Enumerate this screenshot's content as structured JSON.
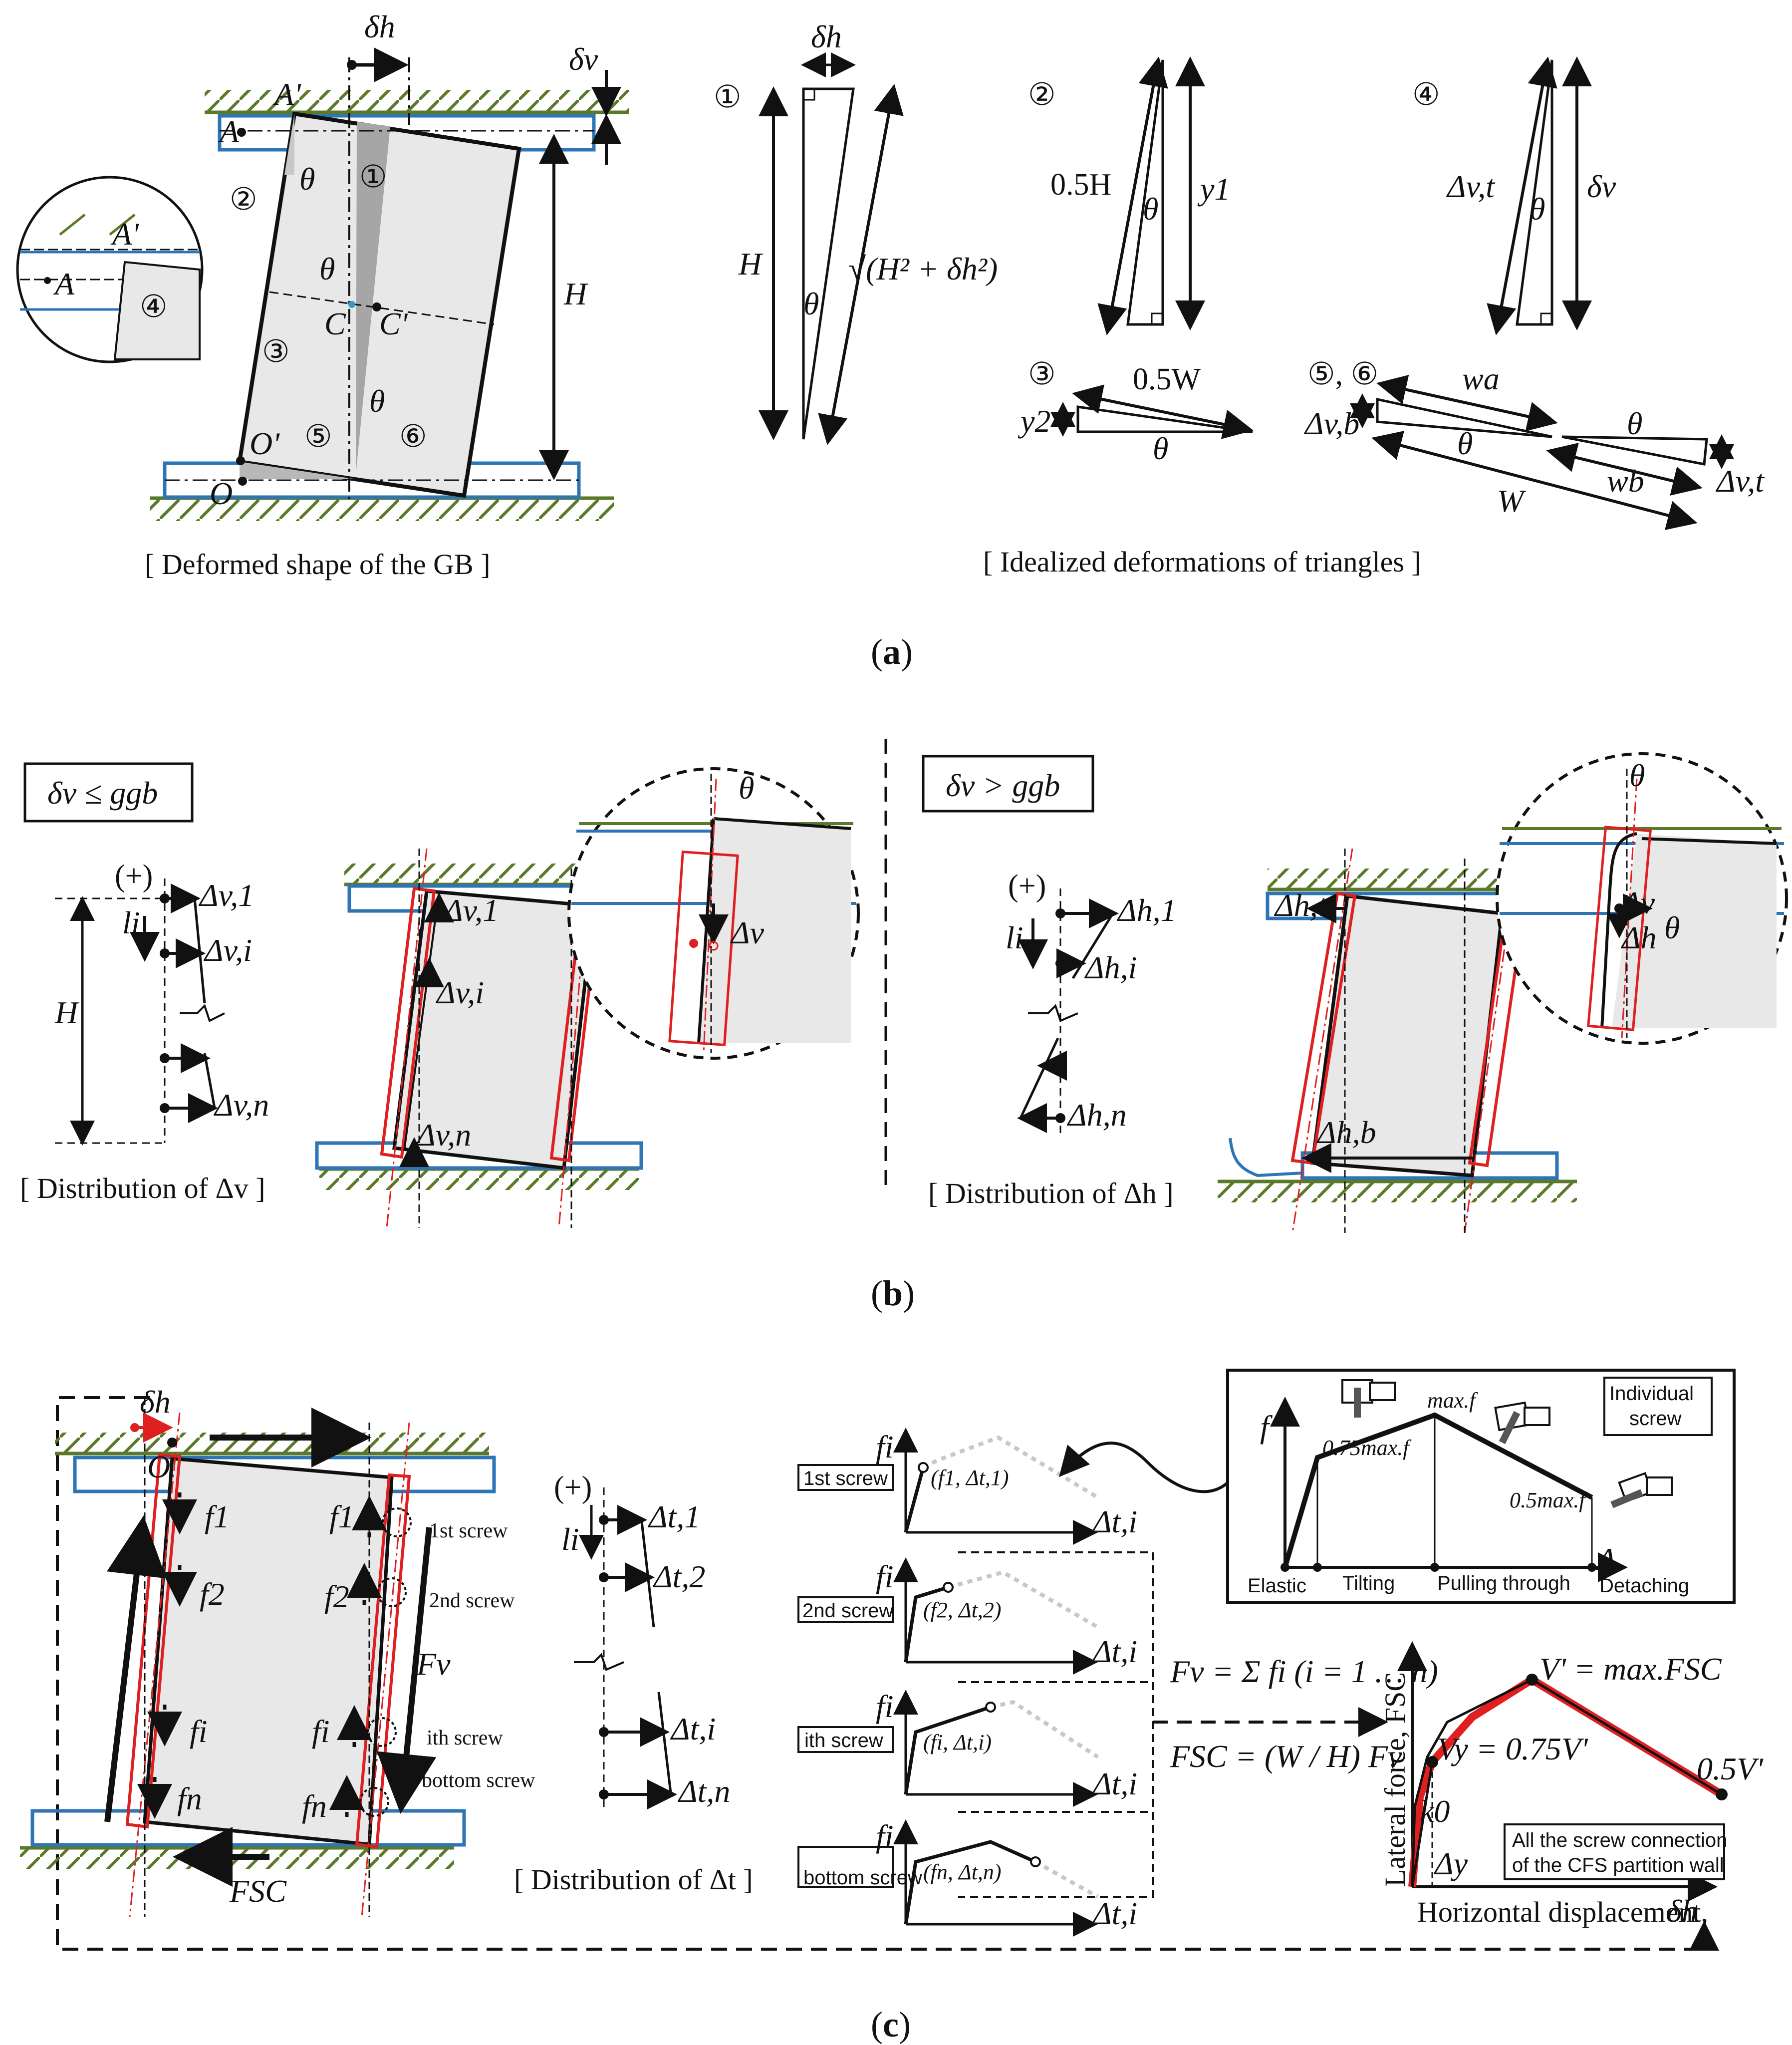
{
  "panels": {
    "a": {
      "label_open": "(",
      "label_letter": "a",
      "label_close": ")",
      "caption_left": "[ Deformed shape of the GB ]",
      "caption_right": "[ Idealized deformations of triangles ]",
      "symbols": {
        "delta_h": "δh",
        "delta_v": "δv",
        "A_prime": "A'",
        "A": "A",
        "H": "H",
        "C": "C",
        "C_prime": "C'",
        "O": "O",
        "O_prime": "O'",
        "theta": "θ",
        "n1": "①",
        "n2": "②",
        "n3": "③",
        "n4": "④",
        "n5": "⑤",
        "n6": "⑥",
        "n56": "⑤, ⑥",
        "half_H": "0.5H",
        "y1": "y1",
        "y2": "y2",
        "half_W": "0.5W",
        "hyp": "√(H² + δh²)",
        "dvt": "Δv,t",
        "dvb": "Δv,b",
        "wa": "wa",
        "wb": "wb",
        "W": "W"
      }
    },
    "b": {
      "label_open": "(",
      "label_letter": "b",
      "label_close": ")",
      "box_left": "δv ≤ ggb",
      "box_right": "δv > ggb",
      "caption_left": "[ Distribution of Δv ]",
      "caption_right": "[ Distribution of Δh ]",
      "symbols": {
        "plus": "(+)",
        "li": "li",
        "H": "H",
        "dv1": "Δv,1",
        "dvi": "Δv,i",
        "dvn": "Δv,n",
        "dv": "Δv",
        "dh1": "Δh,1",
        "dhi": "Δh,i",
        "dhn": "Δh,n",
        "dht": "Δh,t",
        "dhb": "Δh,b",
        "dh": "Δh",
        "theta": "θ"
      }
    },
    "c": {
      "label_open": "(",
      "label_letter": "c",
      "label_close": ")",
      "caption": "[ Distribution of Δt ]",
      "symbols": {
        "delta_h": "δh",
        "O": "O",
        "f1": "f1",
        "f2": "f2",
        "fi": "fi",
        "fn": "fn",
        "Fv": "Fv",
        "FSC": "FSC",
        "plus": "(+)",
        "li": "li",
        "dt1": "Δt,1",
        "dt2": "Δt,2",
        "dti": "Δt,i",
        "dtn": "Δt,n",
        "fi_axis": "fi",
        "dti_axis": "Δt,i"
      },
      "screw_labels": [
        "1st screw",
        "2nd screw",
        "ith screw",
        "bottom screw"
      ],
      "screw_tags": [
        "1st screw",
        "2nd screw",
        "ith screw",
        "bottom screw"
      ],
      "points": [
        "(f1, Δt,1)",
        "(f2, Δt,2)",
        "(fi, Δt,i)",
        "(fn, Δt,n)"
      ],
      "individual": {
        "title_l1": "Individual",
        "title_l2": "screw",
        "f": "f",
        "delta": "Δ",
        "max_f": "max.f",
        "p75": "0.75max.f",
        "p50": "0.5max.f",
        "stages": [
          "Elastic",
          "Tilting",
          "Pulling through",
          "Detaching"
        ]
      },
      "equations": {
        "fv": "Fv = Σ fi  (i = 1 … n)",
        "fsc": "FSC = (W / H) Fv"
      },
      "curve": {
        "ylabel": "Lateral force, FSC",
        "xlabel": "Horizontal displacement,",
        "xsym": "δh",
        "peak": "V' = max.FSC",
        "yield": "Vy = 0.75V'",
        "end": "0.5V'",
        "k0": "k0",
        "dy": "Δy",
        "note_l1": "All the screw connection",
        "note_l2": "of the CFS partition wall"
      }
    }
  },
  "colors": {
    "track": "#2e75b6",
    "hatch": "#5a7a2a",
    "panel_fill": "#e8e8e8",
    "dark_fill": "#a6a6a6",
    "red": "#e02020",
    "gray_curve": "#c8c8c8"
  }
}
